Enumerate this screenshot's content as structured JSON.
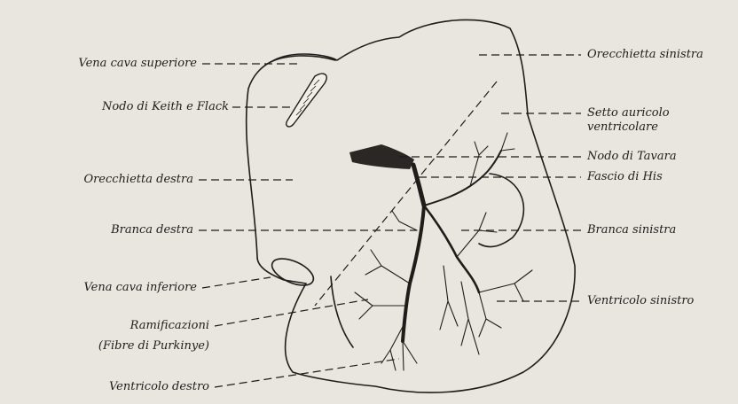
{
  "labels_left": {
    "vena_cava_superiore": "Vena cava superiore",
    "nodo_keith_flack": "Nodo di Keith e Flack",
    "orecchietta_destra": "Orecchietta destra",
    "branca_destra": "Branca destra",
    "vena_cava_inferiore": "Vena cava inferiore",
    "ramificazioni": "Ramificazioni",
    "fibre_purkinye": "(Fibre di Purkinye)",
    "ventricolo_destro": "Ventricolo destro"
  },
  "labels_right": {
    "orecchietta_sinistra": "Orecchietta sinistra",
    "setto_line1": "Setto auricolo",
    "setto_line2": "ventricolare",
    "nodo_tavara": "Nodo di Tavara",
    "fascio_his": "Fascio di His",
    "branca_sinistra": "Branca sinistra",
    "ventricolo_sinistro": "Ventricolo sinistro"
  }
}
